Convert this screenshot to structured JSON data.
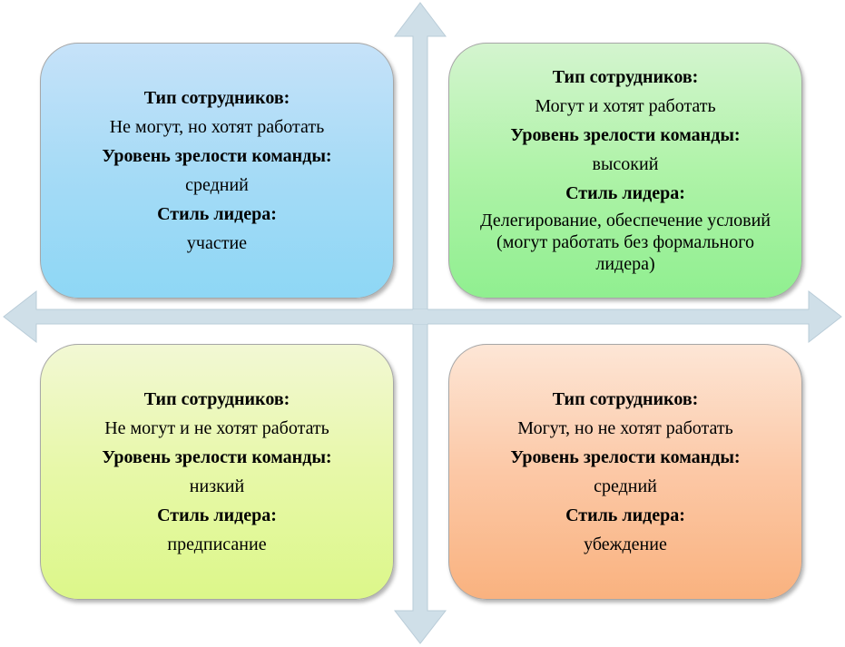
{
  "colors": {
    "axis": "#cfdfe8",
    "axis_stroke": "#b9ccd8",
    "top_left": "#a6dbf6",
    "top_right": "#aff3a8",
    "bottom_left": "#e7f8a8",
    "bottom_right": "#fcc8a6"
  },
  "quadrants": {
    "top_left": {
      "type_label": "Тип сотрудников:",
      "type_value": "Не могут, но хотят работать",
      "maturity_label": "Уровень зрелости команды:",
      "maturity_value": "средний",
      "style_label": "Стиль лидера:",
      "style_value": "участие"
    },
    "top_right": {
      "type_label": "Тип сотрудников:",
      "type_value": "Могут и хотят работать",
      "maturity_label": "Уровень зрелости команды:",
      "maturity_value": "высокий",
      "style_label": "Стиль лидера:",
      "style_value": "Делегирование, обеспечение условий (могут работать без формального лидера)"
    },
    "bottom_left": {
      "type_label": "Тип сотрудников:",
      "type_value": "Не могут и не хотят работать",
      "maturity_label": "Уровень зрелости команды:",
      "maturity_value": "низкий",
      "style_label": "Стиль лидера:",
      "style_value": "предписание"
    },
    "bottom_right": {
      "type_label": "Тип сотрудников:",
      "type_value": "Могут, но не хотят работать",
      "maturity_label": "Уровень зрелости команды:",
      "maturity_value": "средний",
      "style_label": "Стиль лидера:",
      "style_value": "убеждение"
    }
  }
}
